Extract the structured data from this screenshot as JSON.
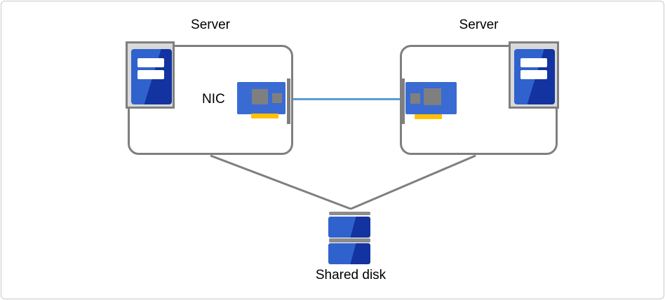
{
  "diagram": {
    "nodes": {
      "server_left": {
        "label": "Server"
      },
      "server_right": {
        "label": "Server"
      },
      "nic": {
        "label": "NIC"
      },
      "shared_disk": {
        "label": "Shared disk"
      }
    }
  },
  "colors": {
    "page_border": "#c9c9c9",
    "box_border": "#7f7f7f",
    "line_gray": "#7f7f7f",
    "line_blue": "#5b9bd5",
    "icon_blue": "#3a6bd3",
    "icon_blue_light": "#2f62cc",
    "icon_blue_dark": "#1233a0",
    "chip_gray": "#7f7f7f",
    "connector_yellow": "#ffc000",
    "frame_gray_fill": "#d9d9d9",
    "disk_bar_gray": "#8c8c8c"
  }
}
